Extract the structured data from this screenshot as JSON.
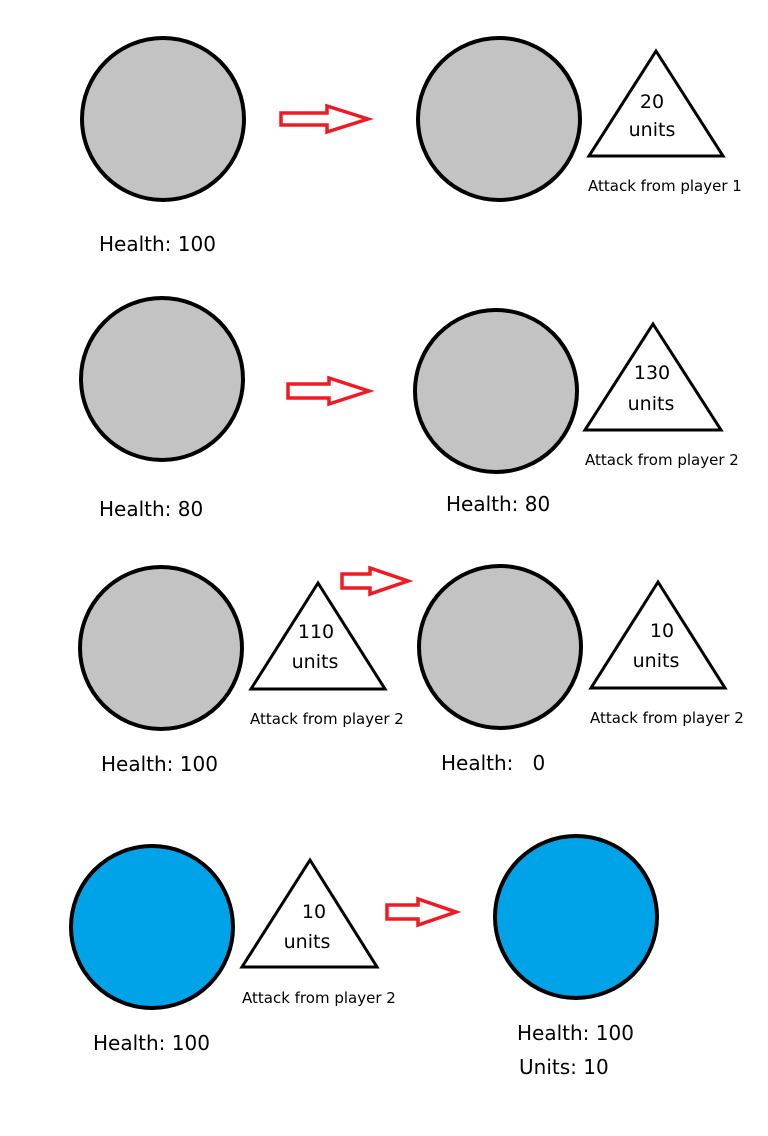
{
  "colors": {
    "outline": "#000000",
    "grey_fill": "#c3c3c3",
    "blue_fill": "#00a2e8",
    "arrow_stroke": "#ed1c24",
    "background": "#ffffff"
  },
  "scenarios": [
    {
      "left": {
        "fill": "grey",
        "health": "Health: 100",
        "attack": null
      },
      "right": {
        "fill": "grey",
        "health": "",
        "units": "",
        "attack": {
          "value": "20",
          "unit": "units",
          "caption": "Attack from player 1"
        }
      }
    },
    {
      "left": {
        "fill": "grey",
        "health": "Health: 80",
        "attack": null
      },
      "right": {
        "fill": "grey",
        "health": "Health: 80",
        "units": "",
        "attack": {
          "value": "130",
          "unit": "units",
          "caption": "Attack from player 2"
        }
      }
    },
    {
      "left": {
        "fill": "grey",
        "health": "Health: 100",
        "attack": {
          "value": "110",
          "unit": "units",
          "caption": "Attack from player 2"
        }
      },
      "right": {
        "fill": "grey",
        "health": "Health:   0",
        "units": "",
        "attack": {
          "value": "10",
          "unit": "units",
          "caption": "Attack from player 2"
        }
      }
    },
    {
      "left": {
        "fill": "blue",
        "health": "Health: 100",
        "attack": {
          "value": "10",
          "unit": "units",
          "caption": "Attack from player 2"
        }
      },
      "right": {
        "fill": "blue",
        "health": "Health: 100",
        "units": "Units: 10",
        "attack": null
      }
    }
  ]
}
